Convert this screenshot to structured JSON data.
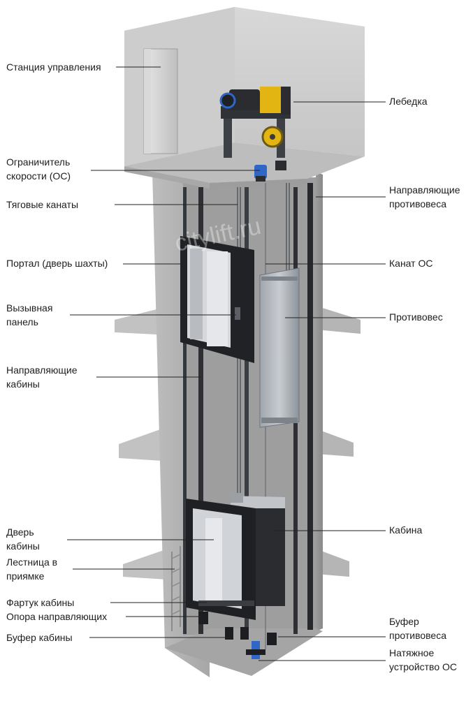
{
  "watermark": "citylift.ru",
  "labels": {
    "control_station": "Станция управления",
    "speed_limiter_1": "Ограничитель",
    "speed_limiter_2": "скорости (ОС)",
    "traction_ropes": "Тяговые канаты",
    "portal": "Портал (дверь шахты)",
    "call_panel_1": "Вызывная",
    "call_panel_2": "панель",
    "car_guides_1": "Направляющие",
    "car_guides_2": "кабины",
    "car_door_1": "Дверь",
    "car_door_2": "кабины",
    "pit_ladder_1": "Лестница в",
    "pit_ladder_2": "приямке",
    "car_apron": "Фартук кабины",
    "guide_support": "Опора направляющих",
    "car_buffer": "Буфер кабины",
    "winch": "Лебедка",
    "cw_guides_1": "Направляющие",
    "cw_guides_2": "противовеса",
    "os_rope": "Канат ОС",
    "counterweight": "Противовес",
    "car": "Кабина",
    "cw_buffer_1": "Буфер",
    "cw_buffer_2": "противовеса",
    "tension_1": "Натяжное",
    "tension_2": "устройство ОС"
  },
  "colors": {
    "concrete_light": "#c9c9c9",
    "concrete_mid": "#b3b3b3",
    "concrete_dark": "#9a9a9a",
    "steel_dark": "#2b2d30",
    "steel_mid": "#4a4d52",
    "accent_yellow": "#e3b512",
    "accent_blue": "#2f66c8",
    "leader_line": "#222222"
  }
}
